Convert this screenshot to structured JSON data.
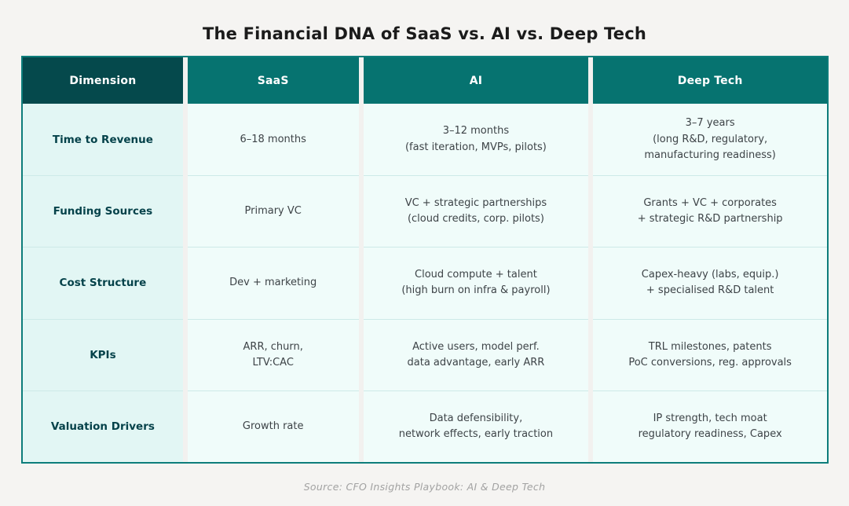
{
  "chart_data": {
    "type": "table",
    "title": "The Financial DNA of SaaS vs. AI vs. Deep Tech",
    "columns": [
      "Dimension",
      "SaaS",
      "AI",
      "Deep Tech"
    ],
    "rows": [
      [
        "Time to Revenue",
        "6–18 months",
        "3–12 months\n(fast iteration, MVPs, pilots)",
        "3–7 years\n(long R&D, regulatory,\nmanufacturing readiness)"
      ],
      [
        "Funding Sources",
        "Primary VC",
        "VC + strategic partnerships\n(cloud credits, corp. pilots)",
        "Grants + VC + corporates\n+ strategic R&D partnership"
      ],
      [
        "Cost Structure",
        "Dev + marketing",
        "Cloud compute + talent\n(high burn on infra & payroll)",
        "Capex-heavy (labs, equip.)\n+ specialised R&D talent"
      ],
      [
        "KPIs",
        "ARR, churn,\nLTV:CAC",
        "Active users, model perf.\ndata advantage, early ARR",
        "TRL milestones, patents\nPoC conversions, reg. approvals"
      ],
      [
        "Valuation Drivers",
        "Growth rate",
        "Data defensibility,\nnetwork effects, early traction",
        "IP strength, tech moat\nregulatory readiness, Capex"
      ]
    ],
    "caption": "Source: CFO Insights Playbook: AI & Deep Tech",
    "layout_hints": {
      "legend": "none",
      "grid": "off",
      "header_style": "teal banner, first column darker"
    },
    "colors": {
      "page_background": "#f5f4f2",
      "table_border": "#0d7d7b",
      "header_dimension_bg": "#05494c",
      "header_bg": "#067370",
      "header_text": "#ffffff",
      "label_column_bg": "#e2f6f4",
      "label_text": "#05424a",
      "data_cell_bg": "#f0fcfa",
      "data_text": "#3d4347",
      "row_separator": "#cdeae8",
      "title_text": "#1b1b1b",
      "caption_text": "#a2a2a2"
    }
  }
}
